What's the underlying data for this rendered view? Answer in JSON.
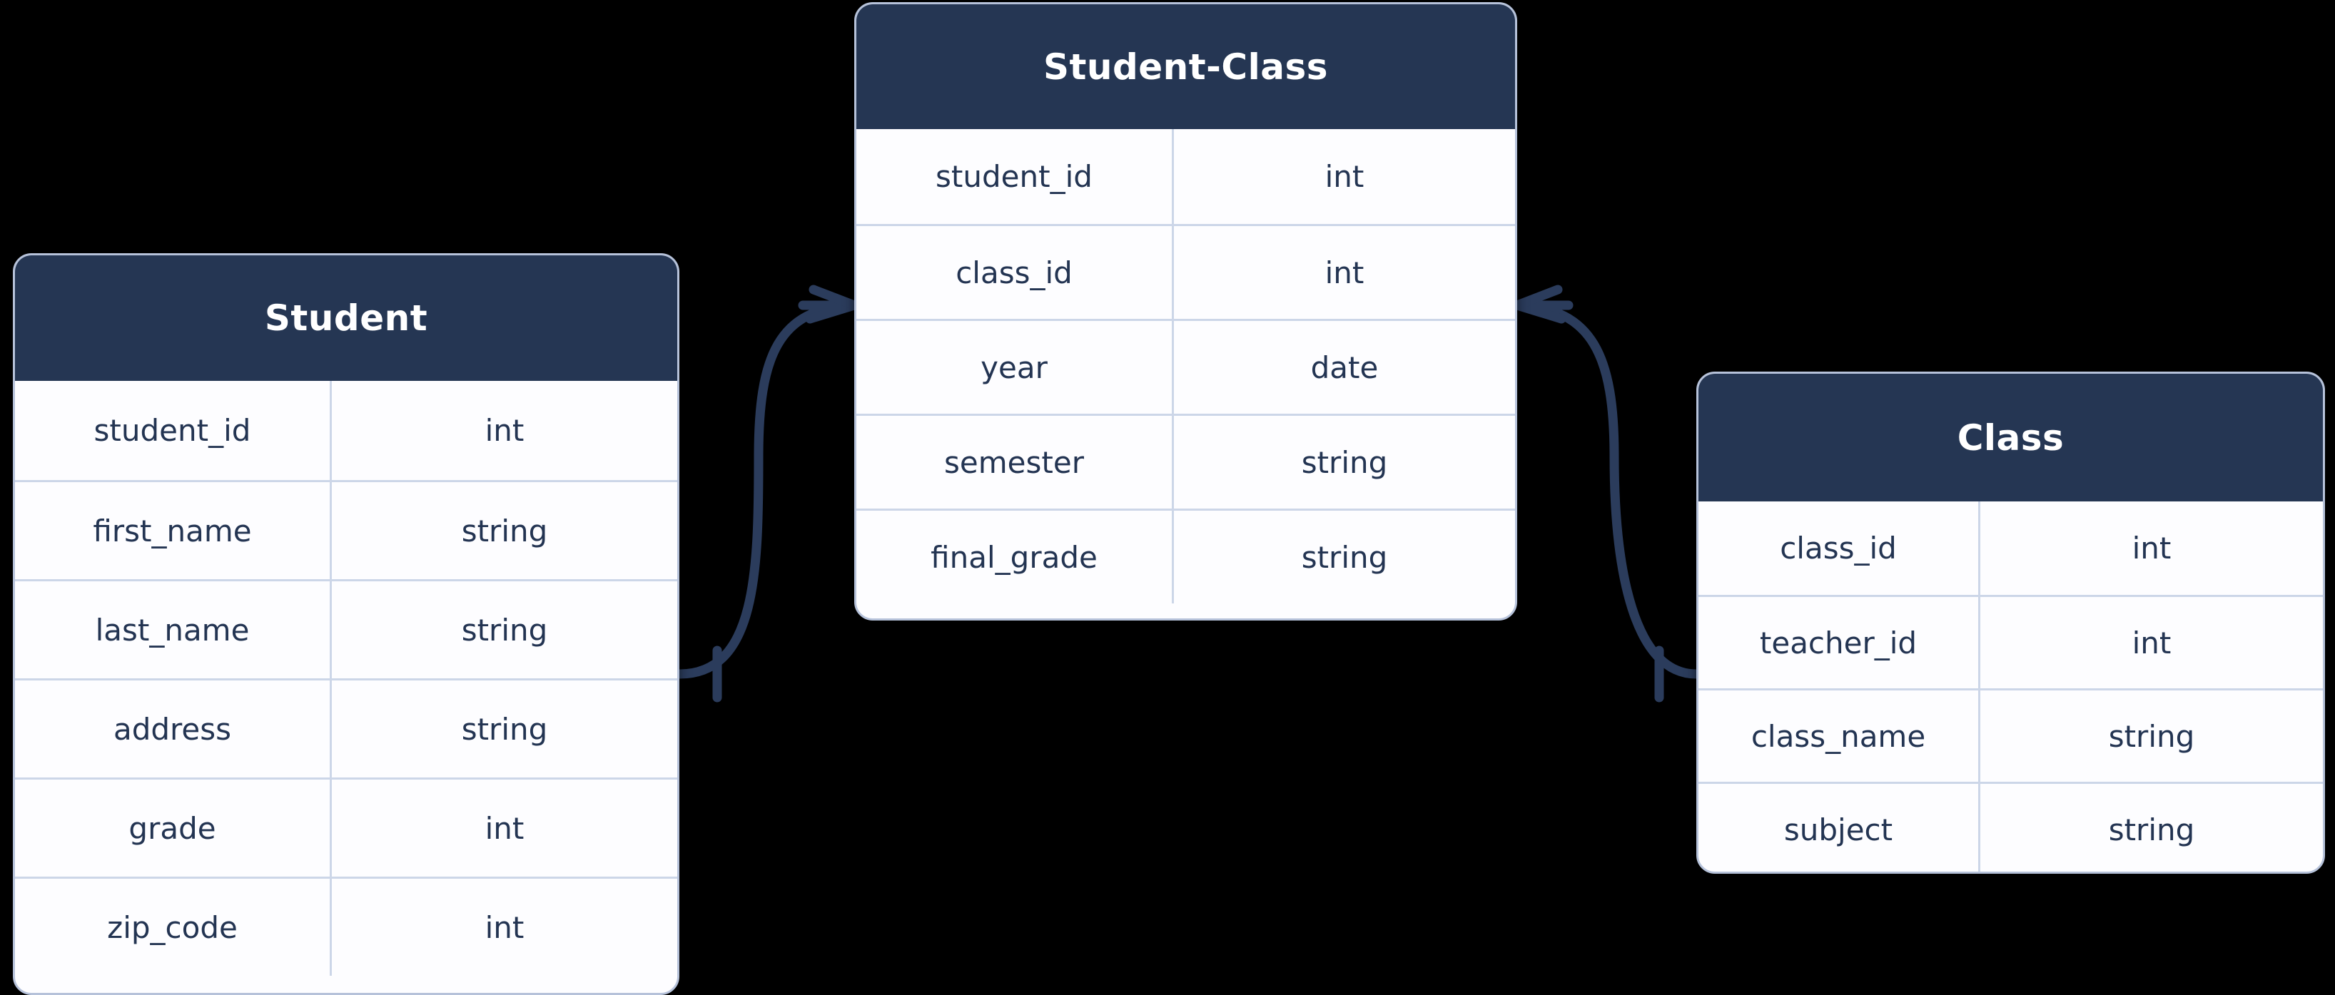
{
  "diagram": {
    "type": "entity-relationship-diagram",
    "background_color": "#000000",
    "palette": {
      "header_fill": "#253653",
      "header_text": "#ffffff",
      "body_fill": "#fdfdff",
      "border": "#b6c2da",
      "row_divider": "#ccd6e8",
      "body_text": "#233452",
      "connector": "#2b3c5c"
    },
    "entities": [
      {
        "id": "student",
        "title": "Student",
        "rows": [
          {
            "name": "student_id",
            "type": "int"
          },
          {
            "name": "first_name",
            "type": "string"
          },
          {
            "name": "last_name",
            "type": "string"
          },
          {
            "name": "address",
            "type": "string"
          },
          {
            "name": "grade",
            "type": "int"
          },
          {
            "name": "zip_code",
            "type": "int"
          }
        ]
      },
      {
        "id": "studentclass",
        "title": "Student-Class",
        "rows": [
          {
            "name": "student_id",
            "type": "int"
          },
          {
            "name": "class_id",
            "type": "int"
          },
          {
            "name": "year",
            "type": "date"
          },
          {
            "name": "semester",
            "type": "string"
          },
          {
            "name": "final_grade",
            "type": "string"
          }
        ]
      },
      {
        "id": "class",
        "title": "Class",
        "rows": [
          {
            "name": "class_id",
            "type": "int"
          },
          {
            "name": "teacher_id",
            "type": "int"
          },
          {
            "name": "class_name",
            "type": "string"
          },
          {
            "name": "subject",
            "type": "string"
          }
        ]
      }
    ],
    "relationships": [
      {
        "id": "student-to-studentclass",
        "from": "Student",
        "to": "Student-Class",
        "from_cardinality": "one",
        "to_cardinality": "many",
        "from_marker": "one-tick",
        "to_marker": "crow-foot"
      },
      {
        "id": "class-to-studentclass",
        "from": "Class",
        "to": "Student-Class",
        "from_cardinality": "one",
        "to_cardinality": "many",
        "from_marker": "one-tick",
        "to_marker": "crow-foot"
      }
    ]
  }
}
